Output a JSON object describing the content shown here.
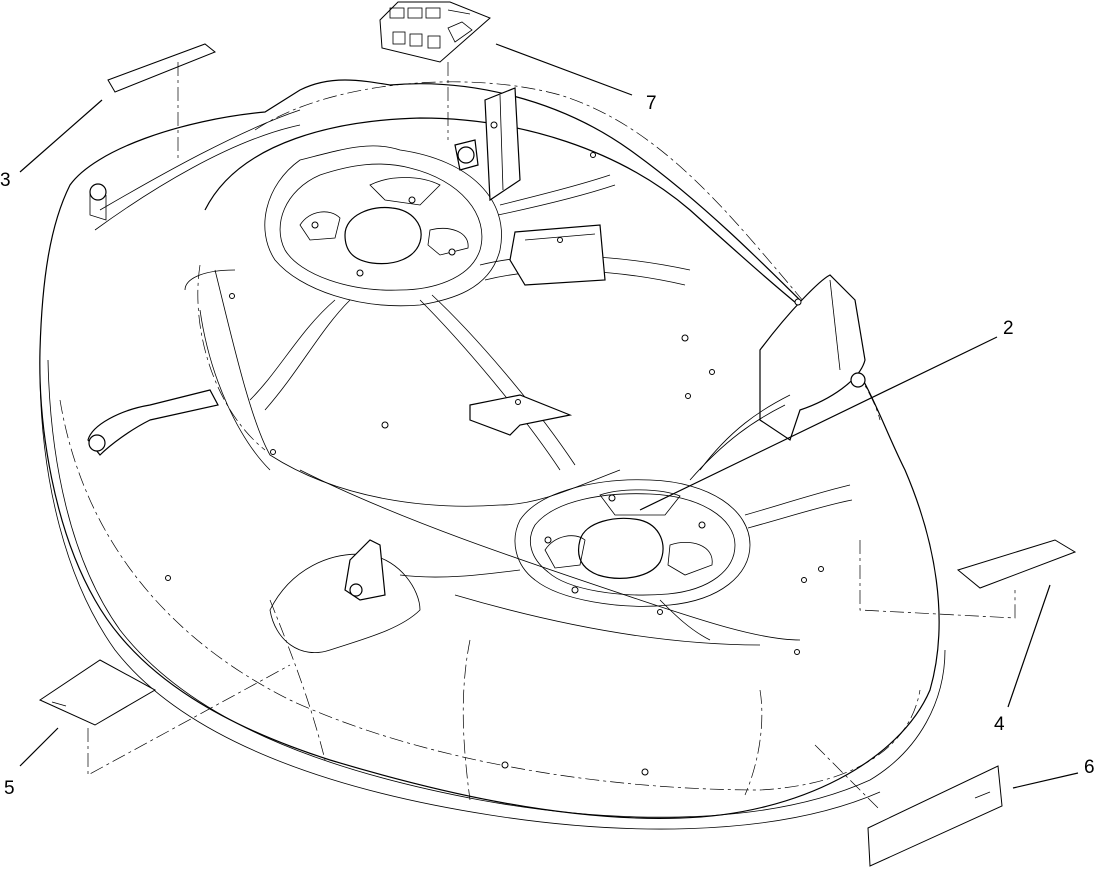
{
  "callouts": [
    {
      "id": "2",
      "label": "2",
      "part": "mower-deck"
    },
    {
      "id": "3",
      "label": "3",
      "part": "decal-left-top"
    },
    {
      "id": "4",
      "label": "4",
      "part": "decal-right"
    },
    {
      "id": "5",
      "label": "5",
      "part": "decal-left-front"
    },
    {
      "id": "6",
      "label": "6",
      "part": "decal-front"
    },
    {
      "id": "7",
      "label": "7",
      "part": "safety-decal"
    }
  ]
}
